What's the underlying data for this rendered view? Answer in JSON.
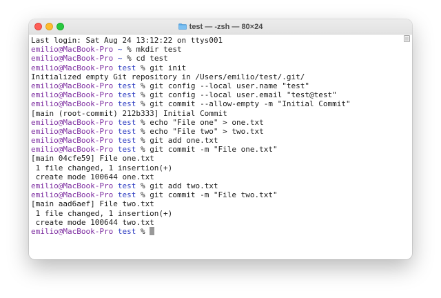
{
  "window": {
    "title": "test — -zsh — 80×24",
    "icon": "folder-icon"
  },
  "prompt": {
    "user": "emilio@MacBook-Pro",
    "symbol": "%"
  },
  "lines": [
    {
      "type": "output",
      "text": "Last login: Sat Aug 24 13:12:22 on ttys001",
      "edge": false
    },
    {
      "type": "prompt",
      "dir": "~",
      "cmd": "mkdir test",
      "edge": true
    },
    {
      "type": "prompt",
      "dir": "~",
      "cmd": "cd test",
      "edge": true
    },
    {
      "type": "prompt",
      "dir": "test",
      "cmd": "git init",
      "edge": true
    },
    {
      "type": "output",
      "text": "Initialized empty Git repository in /Users/emilio/test/.git/",
      "edge": false
    },
    {
      "type": "prompt",
      "dir": "test",
      "cmd": "git config --local user.name \"test\"",
      "edge": true
    },
    {
      "type": "prompt",
      "dir": "test",
      "cmd": "git config --local user.email \"test@test\"",
      "edge": true
    },
    {
      "type": "prompt",
      "dir": "test",
      "cmd": "git commit --allow-empty -m \"Initial Commit\"",
      "edge": true
    },
    {
      "type": "output",
      "text": "[main (root-commit) 212b333] Initial Commit",
      "edge": false
    },
    {
      "type": "prompt",
      "dir": "test",
      "cmd": "echo \"File one\" > one.txt",
      "edge": true
    },
    {
      "type": "prompt",
      "dir": "test",
      "cmd": "echo \"File two\" > two.txt",
      "edge": true
    },
    {
      "type": "prompt",
      "dir": "test",
      "cmd": "git add one.txt",
      "edge": true
    },
    {
      "type": "prompt",
      "dir": "test",
      "cmd": "git commit -m \"File one.txt\"",
      "edge": true
    },
    {
      "type": "output",
      "text": "[main 04cfe59] File one.txt",
      "edge": false
    },
    {
      "type": "output",
      "text": " 1 file changed, 1 insertion(+)",
      "edge": false
    },
    {
      "type": "output",
      "text": " create mode 100644 one.txt",
      "edge": false
    },
    {
      "type": "prompt",
      "dir": "test",
      "cmd": "git add two.txt",
      "edge": true
    },
    {
      "type": "prompt",
      "dir": "test",
      "cmd": "git commit -m \"File two.txt\"",
      "edge": true
    },
    {
      "type": "output",
      "text": "[main aad6aef] File two.txt",
      "edge": false
    },
    {
      "type": "output",
      "text": " 1 file changed, 1 insertion(+)",
      "edge": false
    },
    {
      "type": "output",
      "text": " create mode 100644 two.txt",
      "edge": false
    },
    {
      "type": "prompt",
      "dir": "test",
      "cmd": "",
      "edge": false,
      "cursor": true
    }
  ],
  "colors": {
    "prompt_user": "#7e2fa1",
    "prompt_dir": "#2f3ec2",
    "text": "#1a1a1a",
    "cursor": "#999999"
  }
}
